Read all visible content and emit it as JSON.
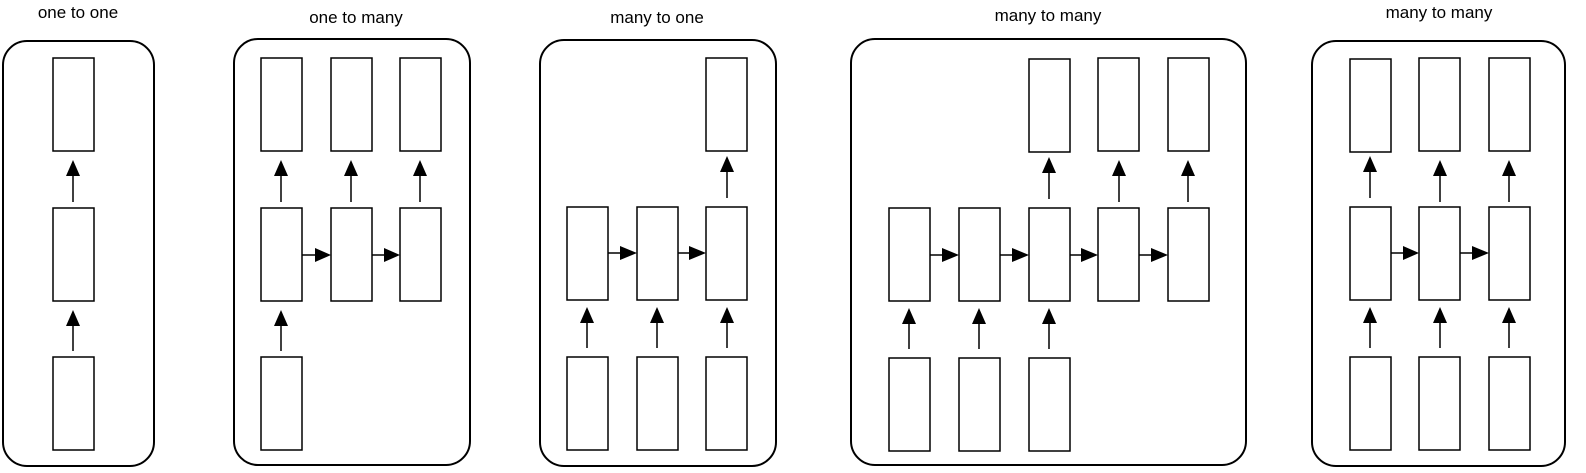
{
  "diagram": {
    "stroke_color": "#000000",
    "background_color": "#ffffff",
    "panels": [
      {
        "id": "p1",
        "title": "one to one"
      },
      {
        "id": "p2",
        "title": "one to many"
      },
      {
        "id": "p3",
        "title": "many to one"
      },
      {
        "id": "p4",
        "title": "many to many"
      },
      {
        "id": "p5",
        "title": "many to many"
      }
    ]
  }
}
